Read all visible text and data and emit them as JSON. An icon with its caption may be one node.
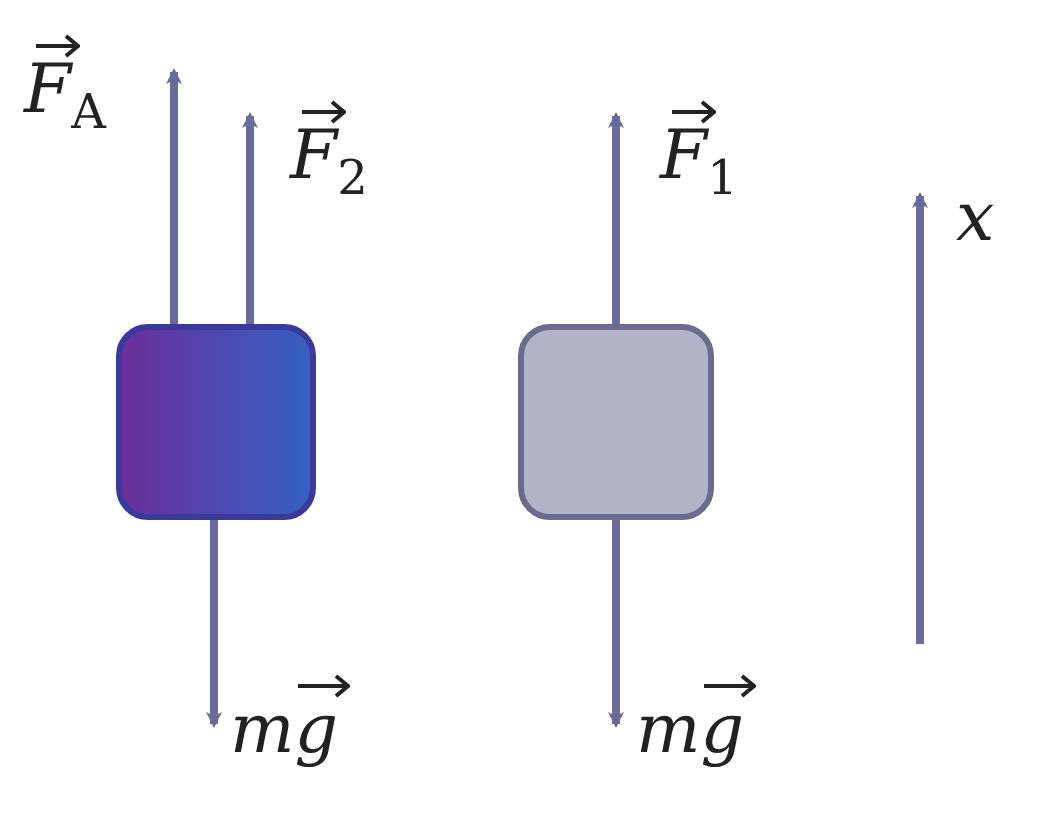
{
  "diagram": {
    "nodes": [
      {
        "text": [],
        "shape": "box"
      },
      {
        "text": [],
        "shape": "box"
      }
    ],
    "labels": [
      "F$_{A}$",
      "F$_{2}$",
      "F$_{1}$",
      "x",
      "mg",
      "mg"
    ]
  }
}
